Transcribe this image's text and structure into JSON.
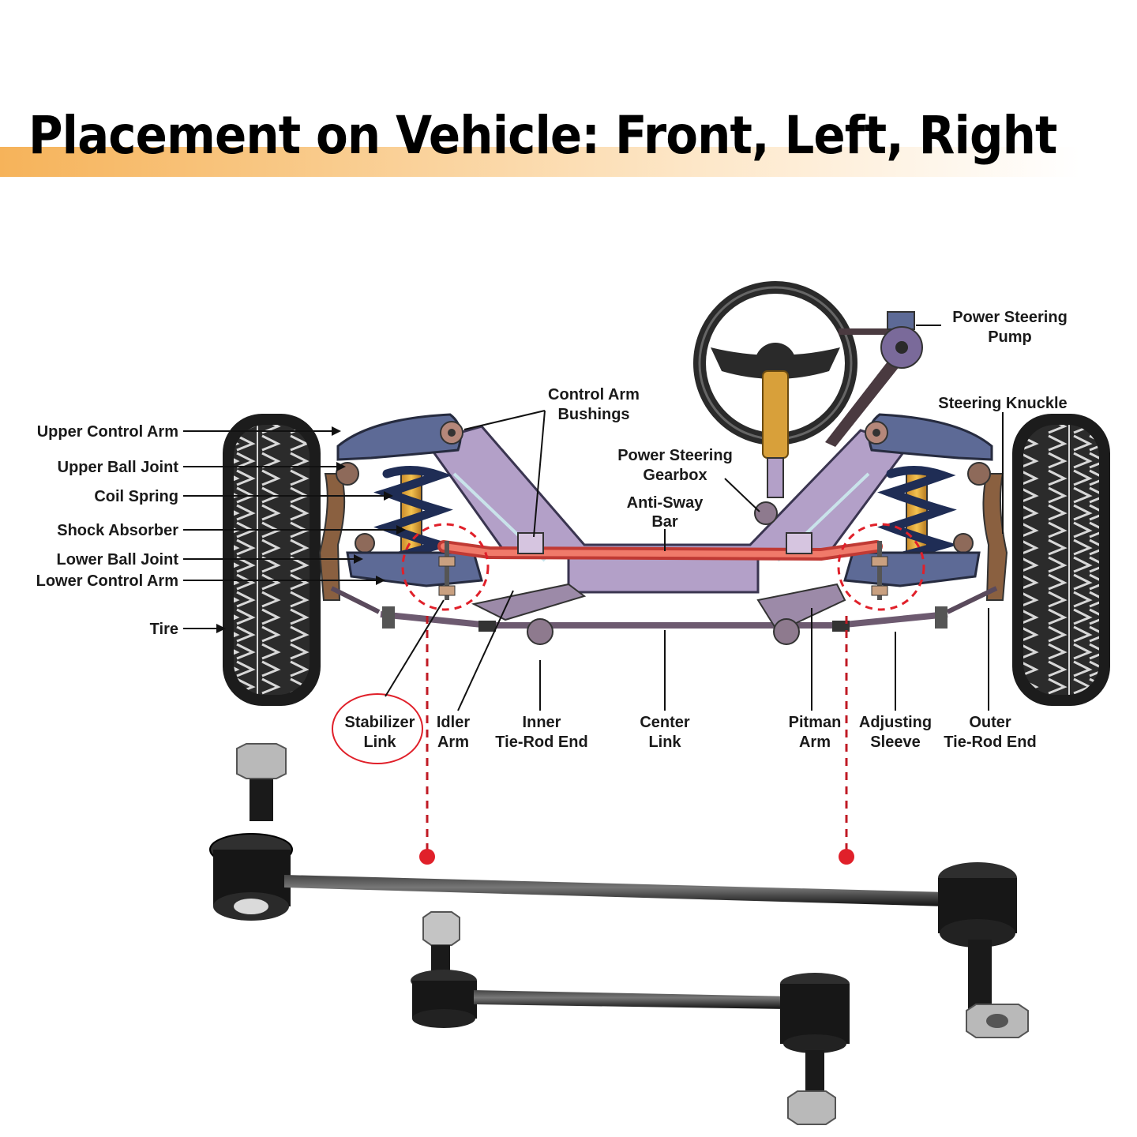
{
  "title": "Placement on Vehicle: Front, Left, Right",
  "colors": {
    "banner_accent": "#f6b35a",
    "arm_purple": "#b3a0c8",
    "control_arm_blue": "#5d6a96",
    "anti_sway_bar_red": "#e8584a",
    "highlight_red": "#e0202a",
    "tire_dark": "#2a2a2a"
  },
  "labels": {
    "upper_control_arm": "Upper Control Arm",
    "upper_ball_joint": "Upper Ball Joint",
    "coil_spring": "Coil Spring",
    "shock_absorber": "Shock Absorber",
    "lower_ball_joint": "Lower Ball Joint",
    "lower_control_arm": "Lower Control Arm",
    "tire": "Tire",
    "control_arm_bushings": [
      "Control Arm",
      "Bushings"
    ],
    "power_steering_gearbox": [
      "Power Steering",
      "Gearbox"
    ],
    "anti_sway_bar": [
      "Anti-Sway",
      "Bar"
    ],
    "power_steering_pump": [
      "Power Steering",
      "Pump"
    ],
    "steering_knuckle": "Steering Knuckle",
    "stabilizer_link": [
      "Stabilizer",
      "Link"
    ],
    "idler_arm": [
      "Idler",
      "Arm"
    ],
    "inner_tie_rod_end": [
      "Inner",
      "Tie-Rod End"
    ],
    "center_link": [
      "Center",
      "Link"
    ],
    "pitman_arm": [
      "Pitman",
      "Arm"
    ],
    "adjusting_sleeve": [
      "Adjusting",
      "Sleeve"
    ],
    "outer_tie_rod_end": [
      "Outer",
      "Tie-Rod End"
    ]
  },
  "icons": {
    "steering_wheel": "steering-wheel-icon",
    "tire": "tire-icon",
    "coil_spring": "coil-spring-icon",
    "stabilizer_link_part": "stabilizer-link-part-icon"
  }
}
